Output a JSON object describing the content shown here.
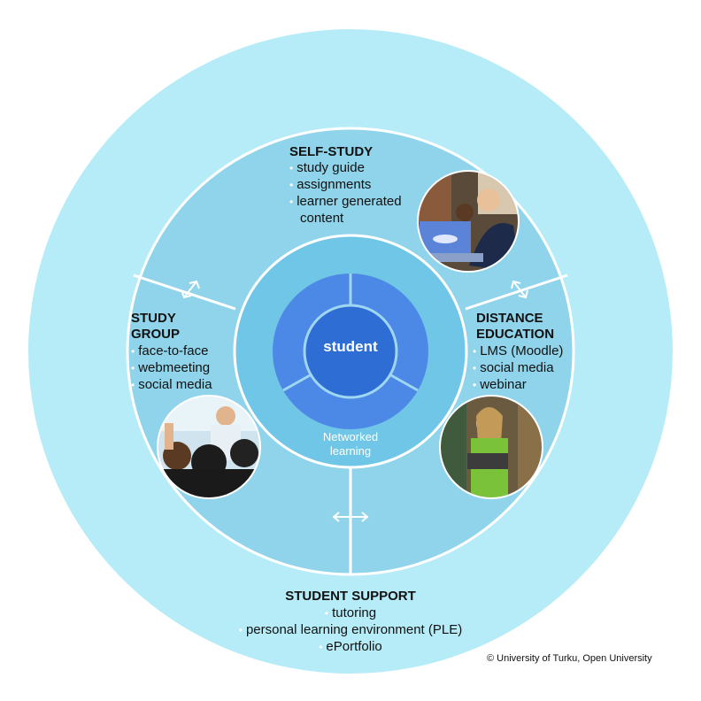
{
  "center": {
    "label": "student"
  },
  "ring_label": {
    "line1": "Networked",
    "line2": "learning"
  },
  "sections": {
    "self_study": {
      "title": "SELF-STUDY",
      "items": [
        "study guide",
        "assignments",
        "learner generated",
        "content"
      ]
    },
    "study_group": {
      "title_line1": "STUDY",
      "title_line2": "GROUP",
      "items": [
        "face-to-face",
        "webmeeting",
        "social media"
      ]
    },
    "distance_education": {
      "title_line1": "DISTANCE",
      "title_line2": "EDUCATION",
      "items": [
        "LMS (Moodle)",
        "social media",
        "webinar"
      ]
    },
    "student_support": {
      "title": "STUDENT SUPPORT",
      "items": [
        "tutoring",
        "personal learning environment (PLE)",
        "ePortfolio"
      ]
    }
  },
  "copyright": "© University of Turku, Open University",
  "colors": {
    "outer_ring": "#b4ecf8",
    "middle_ring": "#8fd3ea",
    "inner_ring": "#71c6e6",
    "student_blue": "#2f6fd6",
    "student_segment": "#4a86e8"
  },
  "icons": [
    "bidirectional-arrow-icon"
  ]
}
